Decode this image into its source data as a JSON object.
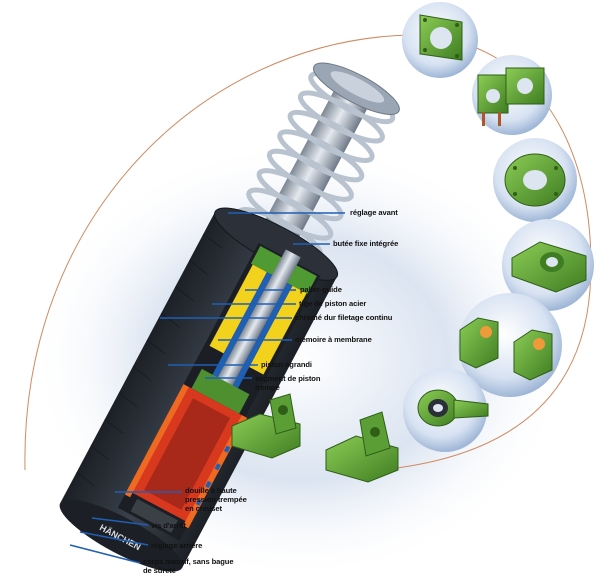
{
  "diagram": {
    "brand": "HÄNCHEN",
    "labels": [
      {
        "id": "reglage-avant",
        "text": "réglage avant"
      },
      {
        "id": "butee-fixe-integree",
        "text": "butée fixe intégrée"
      },
      {
        "id": "palier-guide",
        "text": "palier-guide"
      },
      {
        "id": "tige-de-piston-acier",
        "text": "tige de piston acier"
      },
      {
        "id": "chrome-dur-filetage-continu",
        "text": "chromé dur filetage continu"
      },
      {
        "id": "memoire-a-membrane",
        "text": "mémoire à membrane"
      },
      {
        "id": "piston-agrandi",
        "text": "piston agrandi"
      },
      {
        "id": "segment-de-piston-trempe",
        "text": "segment de piston\ntrempé"
      },
      {
        "id": "douille-a-haute-pression",
        "text": "douille à haute\npression trempée\nen creuset"
      },
      {
        "id": "vis-d-arret",
        "text": "vis d'arrêt"
      },
      {
        "id": "reglage-arriere",
        "text": "réglage arrière"
      },
      {
        "id": "corps-massif",
        "text": "corps massif, sans bague\nde sûreté"
      }
    ],
    "accessories": [
      {
        "id": "square-flange"
      },
      {
        "id": "split-clamp-flange"
      },
      {
        "id": "round-flange"
      },
      {
        "id": "swivel-mount"
      },
      {
        "id": "pillow-block-mounts"
      },
      {
        "id": "rod-end-eye"
      },
      {
        "id": "clevis-bracket-left"
      },
      {
        "id": "clevis-bracket-right"
      }
    ]
  },
  "colors": {
    "body_dark": "#2b3038",
    "steel": "#aeb6c0",
    "red": "#d8381e",
    "orange": "#ee6a22",
    "yellow": "#f2d21c",
    "green_part": "#62a83a",
    "blue_line": "#1f5fb4",
    "halo": "#e9eef6",
    "copper_circle": "#d08a62"
  }
}
